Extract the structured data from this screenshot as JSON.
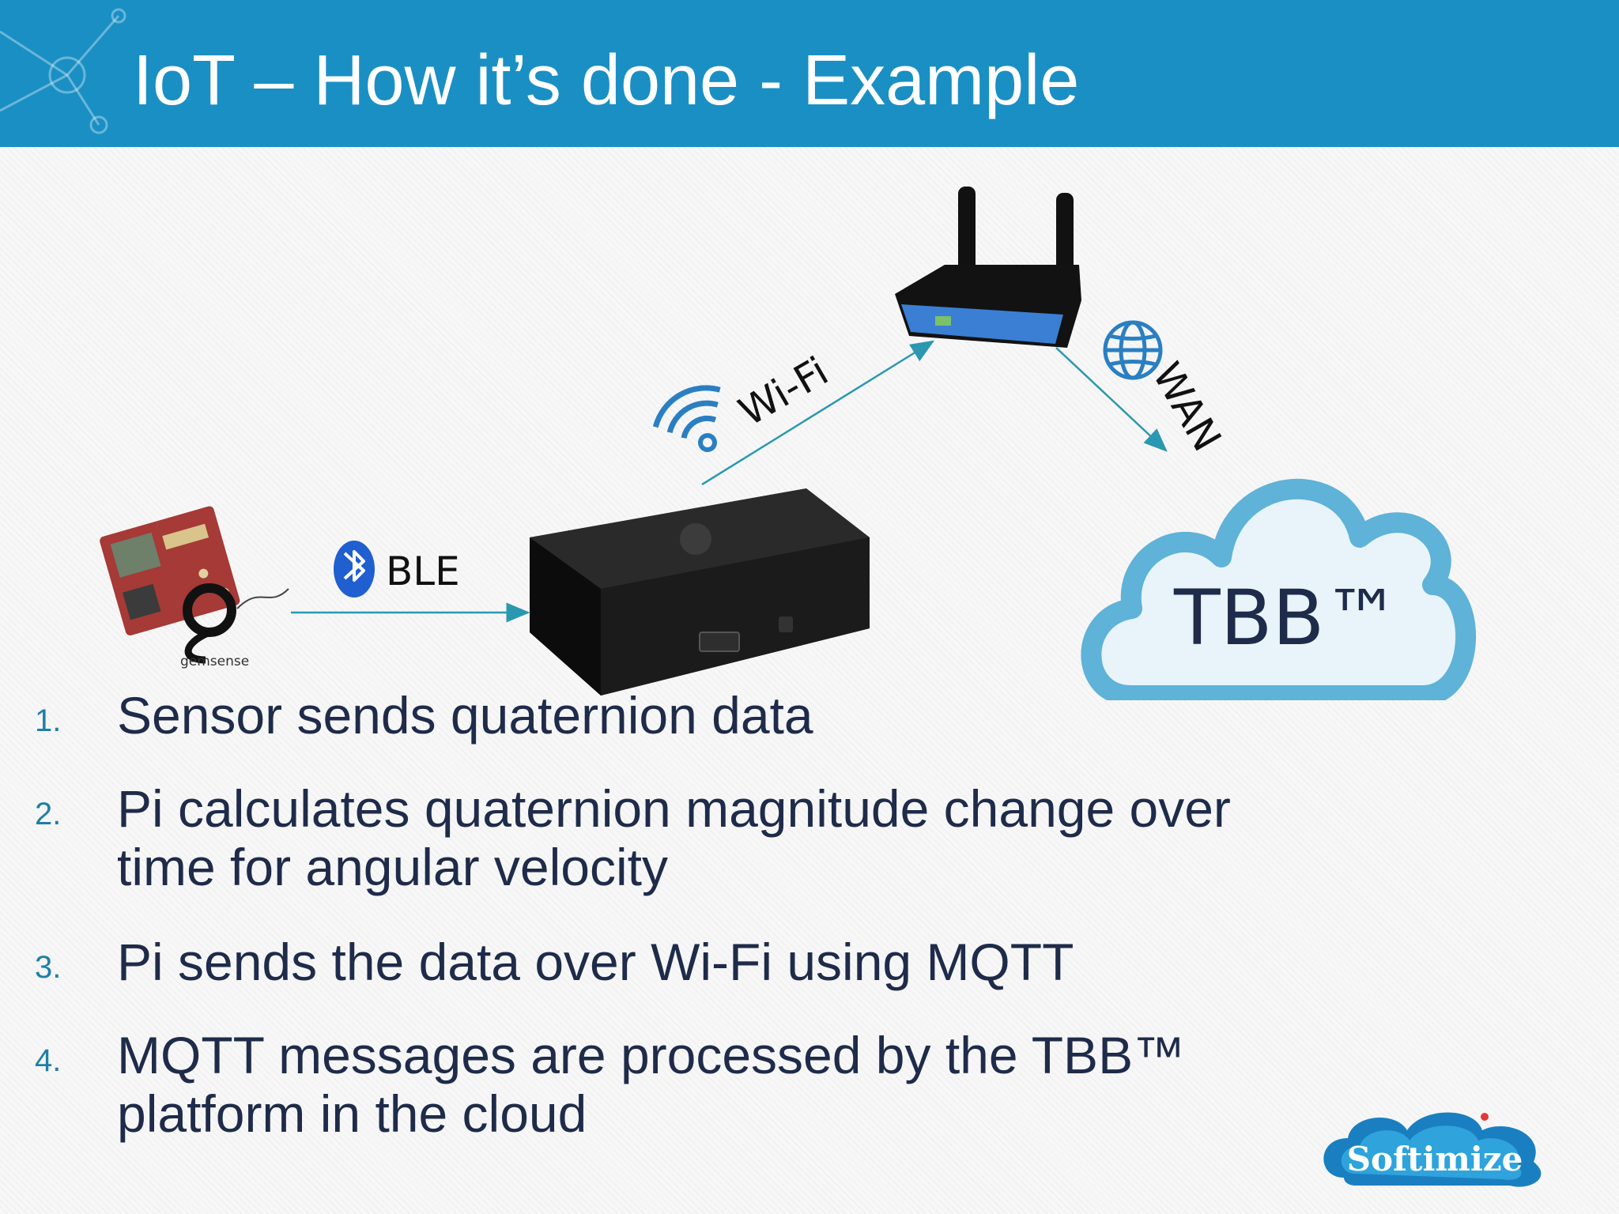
{
  "slide": {
    "title": "IoT – How it’s done - Example"
  },
  "diagram": {
    "sensor_brand": "gemsense",
    "ble_label": "BLE",
    "wifi_label": "Wi-Fi",
    "wan_label": "WAN",
    "cloud_label": "TBB™",
    "icons": [
      "bluetooth-icon",
      "wifi-icon",
      "globe-icon",
      "router-icon",
      "raspberry-pi-icon",
      "cloud-icon",
      "sensor-board-icon"
    ],
    "colors": {
      "header": "#1a8fc4",
      "arrow": "#2a98b0",
      "cloud_fill": "#e8f4fa",
      "cloud_stroke": "#5fb2d8",
      "router_blue": "#3a7fd4",
      "text_dark": "#1e2b4a"
    }
  },
  "steps": [
    {
      "number": "1.",
      "text": "Sensor sends quaternion data"
    },
    {
      "number": "2.",
      "text": "Pi calculates quaternion magnitude change over time for angular velocity"
    },
    {
      "number": "3.",
      "text": "Pi sends the data over Wi-Fi using MQTT"
    },
    {
      "number": "4.",
      "text": "MQTT messages are processed by the TBB™ platform in the cloud"
    }
  ],
  "logo": {
    "text": "Softimize"
  }
}
